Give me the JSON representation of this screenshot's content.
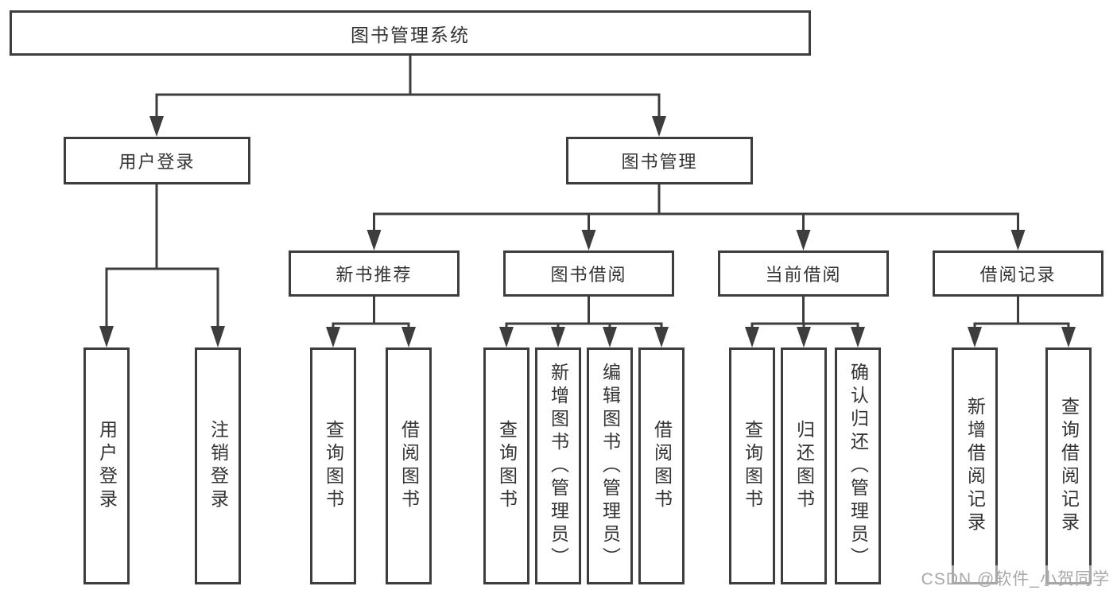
{
  "tree": {
    "root": {
      "label": "图书管理系统"
    },
    "user_login": {
      "label": "用户登录",
      "children": [
        "用户登录",
        "注销登录"
      ]
    },
    "book_management": {
      "label": "图书管理",
      "children": [
        {
          "label": "新书推荐",
          "children": [
            "查询图书",
            "借阅图书"
          ]
        },
        {
          "label": "图书借阅",
          "children": [
            "查询图书",
            "新增图书（管理员）",
            "编辑图书（管理员）",
            "借阅图书"
          ]
        },
        {
          "label": "当前借阅",
          "children": [
            "查询图书",
            "归还图书",
            "确认归还（管理员）"
          ]
        },
        {
          "label": "借阅记录",
          "children": [
            "新增借阅记录",
            "查询借阅记录"
          ]
        }
      ]
    }
  },
  "watermark": {
    "text": "CSDN @软件_小贺同学"
  },
  "colors": {
    "line": "#3d3d3d",
    "text": "#333333",
    "watermark": "#a9a9a9",
    "background": "#ffffff"
  }
}
